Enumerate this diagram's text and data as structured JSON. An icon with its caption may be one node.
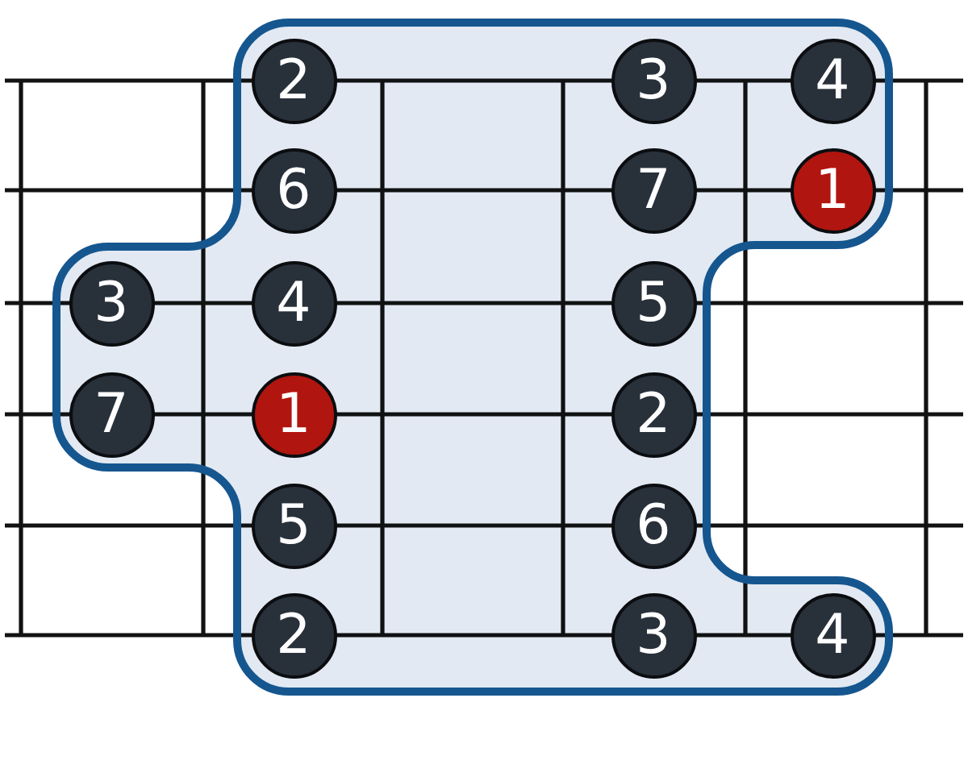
{
  "diagram": {
    "nodes": [
      {
        "text": [
          "2"
        ]
      },
      {
        "text": [
          "3"
        ]
      },
      {
        "text": [
          "4"
        ]
      },
      {
        "text": [
          "6"
        ]
      },
      {
        "text": [
          "7"
        ]
      },
      {
        "text": [
          "1"
        ]
      },
      {
        "text": [
          "3"
        ]
      },
      {
        "text": [
          "4"
        ]
      },
      {
        "text": [
          "5"
        ]
      },
      {
        "text": [
          "7"
        ]
      },
      {
        "text": [
          "1"
        ]
      },
      {
        "text": [
          "2"
        ]
      },
      {
        "text": [
          "5"
        ]
      },
      {
        "text": [
          "6"
        ]
      },
      {
        "text": [
          "2"
        ]
      },
      {
        "text": [
          "3"
        ]
      },
      {
        "text": [
          "4"
        ]
      }
    ]
  }
}
